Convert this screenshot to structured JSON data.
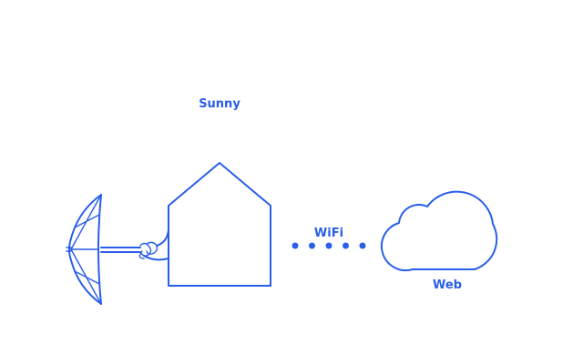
{
  "colors": {
    "accent": "#2a5ee8",
    "background": "#ffffff"
  },
  "labels": {
    "top": "Sunny",
    "link": "WiFi",
    "cloud": "Web"
  },
  "icons": {
    "antenna": "dish-antenna-icon",
    "house": "house-icon",
    "cloud": "cloud-icon",
    "link": "dotted-link"
  },
  "link_dot_count": 5
}
